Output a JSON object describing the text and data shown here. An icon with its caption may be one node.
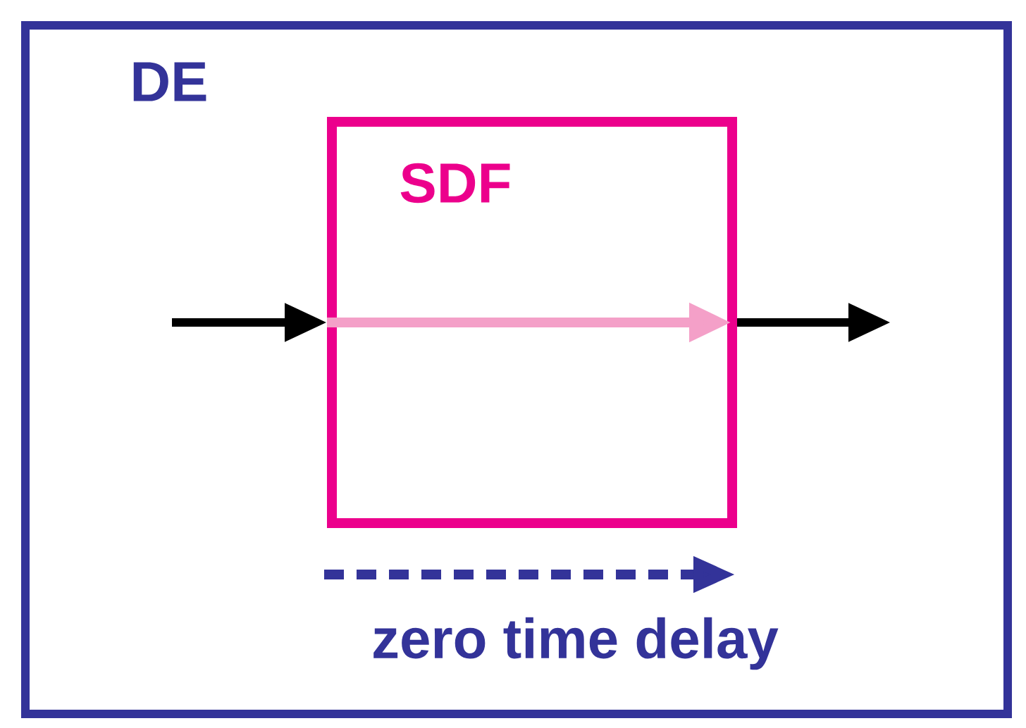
{
  "diagram": {
    "nodes": [
      {
        "text": [
          "DE"
        ]
      },
      {
        "text": [
          "SDF"
        ],
        "in": 0
      }
    ],
    "edges": [
      {
        "from": null,
        "to": 1,
        "arrow": "to"
      },
      {
        "from": 1,
        "to": null,
        "arrow": "to"
      }
    ],
    "labels": [
      "zero time delay"
    ]
  }
}
